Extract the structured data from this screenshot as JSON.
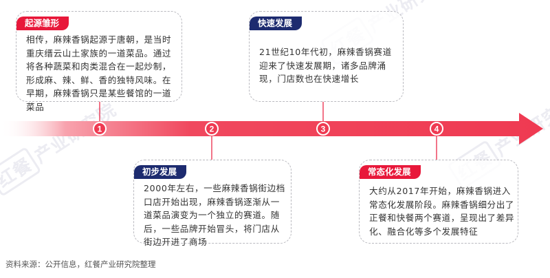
{
  "watermark": {
    "badge": "红餐",
    "text": "产业研究院"
  },
  "milestones": [
    {
      "number": "1",
      "tag": "起源雏形",
      "tag_color": "#e8183a",
      "text": "相传，麻辣香锅起源于唐朝，是当时重庆缙云山土家族的一道菜品。通过将各种蔬菜和肉类混合在一起炒制，形成麻、辣、鲜、香的独特风味。在早期，麻辣香锅只是某些餐馆的一道菜品"
    },
    {
      "number": "2",
      "tag": "初步发展",
      "tag_color": "#1d2b6f",
      "text": "2000年左右，一些麻辣香锅街边档口店开始出现，麻辣香锅逐渐从一道菜品演变为一个独立的赛道。随后，一些品牌开始冒头，将门店从街边开进了商场"
    },
    {
      "number": "3",
      "tag": "快速发展",
      "tag_color": "#1d2b6f",
      "text": "21世纪10年代初，麻辣香锅赛道迎来了快速发展期，诸多品牌涌现，门店数也在快速增长"
    },
    {
      "number": "4",
      "tag": "常态化发展",
      "tag_color": "#e8183a",
      "text": "大约从2017年开始，麻辣香锅进入常态化发展阶段。麻辣香锅细分出了正餐和快餐两个赛道，呈现出了差异化、融合化等多个发展特征"
    }
  ],
  "colors": {
    "arrow": "#f0485e",
    "circle_stroke": "#ffffff",
    "connector": "#e8183a"
  },
  "source": "资料来源：公开信息，红餐产业研究院整理"
}
